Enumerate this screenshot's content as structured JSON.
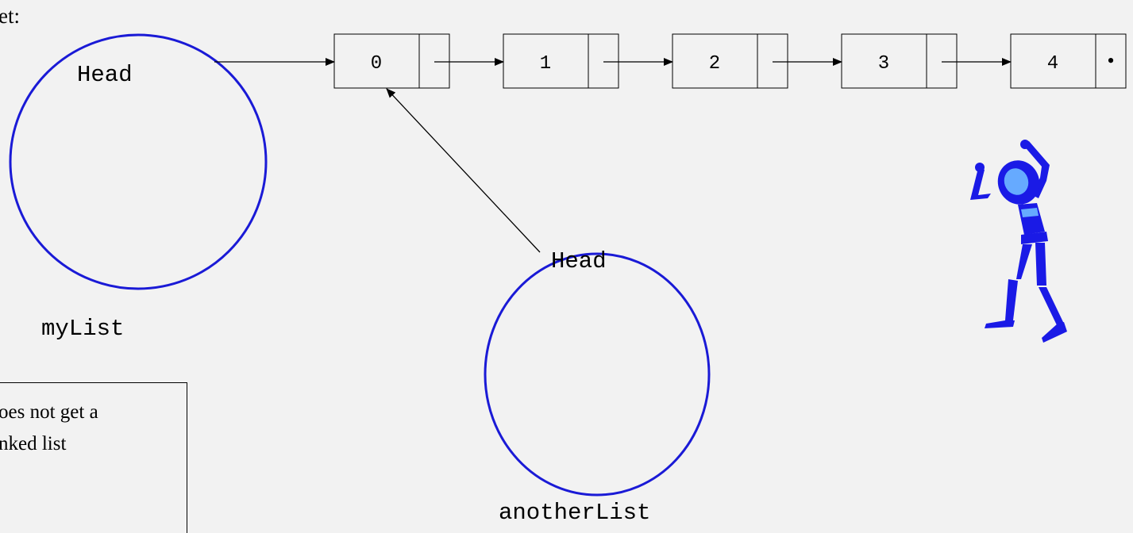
{
  "slide": {
    "top_left_text": "et:",
    "note": {
      "line1": "oes not get a",
      "line2": "nked list"
    }
  },
  "lists": [
    {
      "name": "myList",
      "head_label": "Head"
    },
    {
      "name": "anotherList",
      "head_label": "Head"
    }
  ],
  "nodes": [
    {
      "value": "0",
      "next": ""
    },
    {
      "value": "1",
      "next": ""
    },
    {
      "value": "2",
      "next": ""
    },
    {
      "value": "3",
      "next": ""
    },
    {
      "value": "4",
      "next": "•"
    }
  ],
  "colors": {
    "circle_stroke": "#1a1ad6",
    "figure_fill": "#1a1ae6",
    "figure_head": "#66aaff",
    "line": "#000000",
    "background": "#f2f2f2"
  },
  "icons": {
    "figure": "stick-figure-hands-on-head-icon"
  }
}
